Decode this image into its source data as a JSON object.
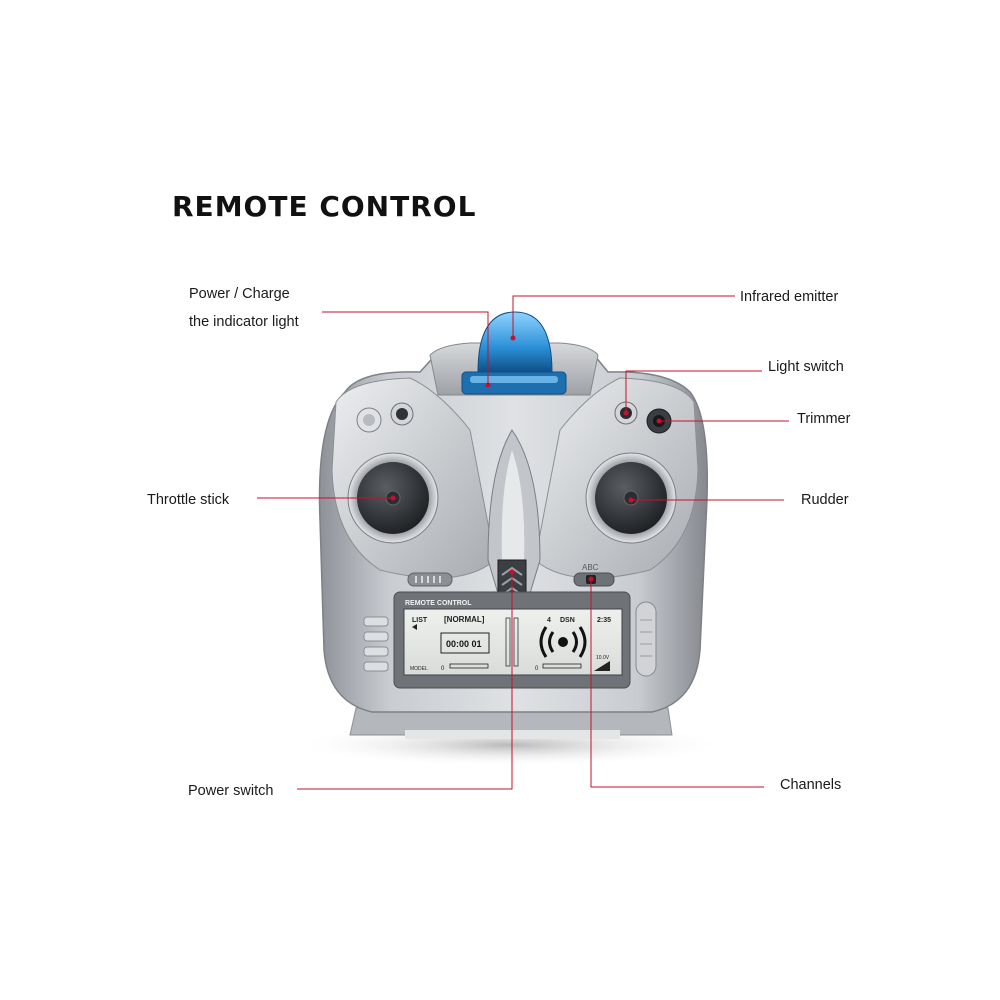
{
  "title": "REMOTE CONTROL",
  "labels": {
    "power_charge_line1": "Power / Charge",
    "power_charge_line2": "the indicator light",
    "infrared_emitter": "Infrared emitter",
    "light_switch": "Light switch",
    "trimmer": "Trimmer",
    "throttle_stick": "Throttle stick",
    "rudder": "Rudder",
    "power_switch": "Power switch",
    "channels": "Channels"
  },
  "switch_marking": "ABC",
  "lcd": {
    "header": "REMOTE CONTROL",
    "list_tag": "LIST",
    "mode": "[NORMAL]",
    "channel_number": "4",
    "channel_mode": "DSN",
    "clock": "2:35",
    "timer": "00:00 01",
    "voltage": "10.0V",
    "model_label": "MODEL",
    "zero_left": "0",
    "zero_right": "0"
  },
  "colors": {
    "leader_line": "#c8102e",
    "body_silver": "#b9bcc1",
    "emitter_blue": "#2a8fd6"
  }
}
